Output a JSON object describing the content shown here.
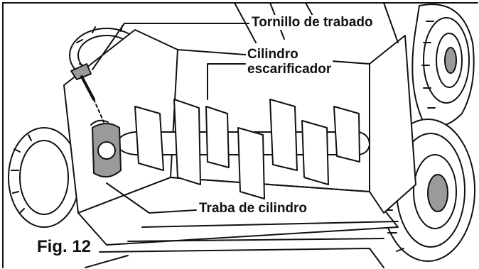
{
  "figure": {
    "label": "Fig. 12",
    "callouts": {
      "locking_screw": "Tornillo de trabado",
      "dethatcher_cylinder_line1": "Cilindro",
      "dethatcher_cylinder_line2": "escarificador",
      "cylinder_lock": "Traba de cilindro"
    }
  },
  "colors": {
    "line": "#111111",
    "background": "#ffffff",
    "shading": "#9a9a9a"
  }
}
